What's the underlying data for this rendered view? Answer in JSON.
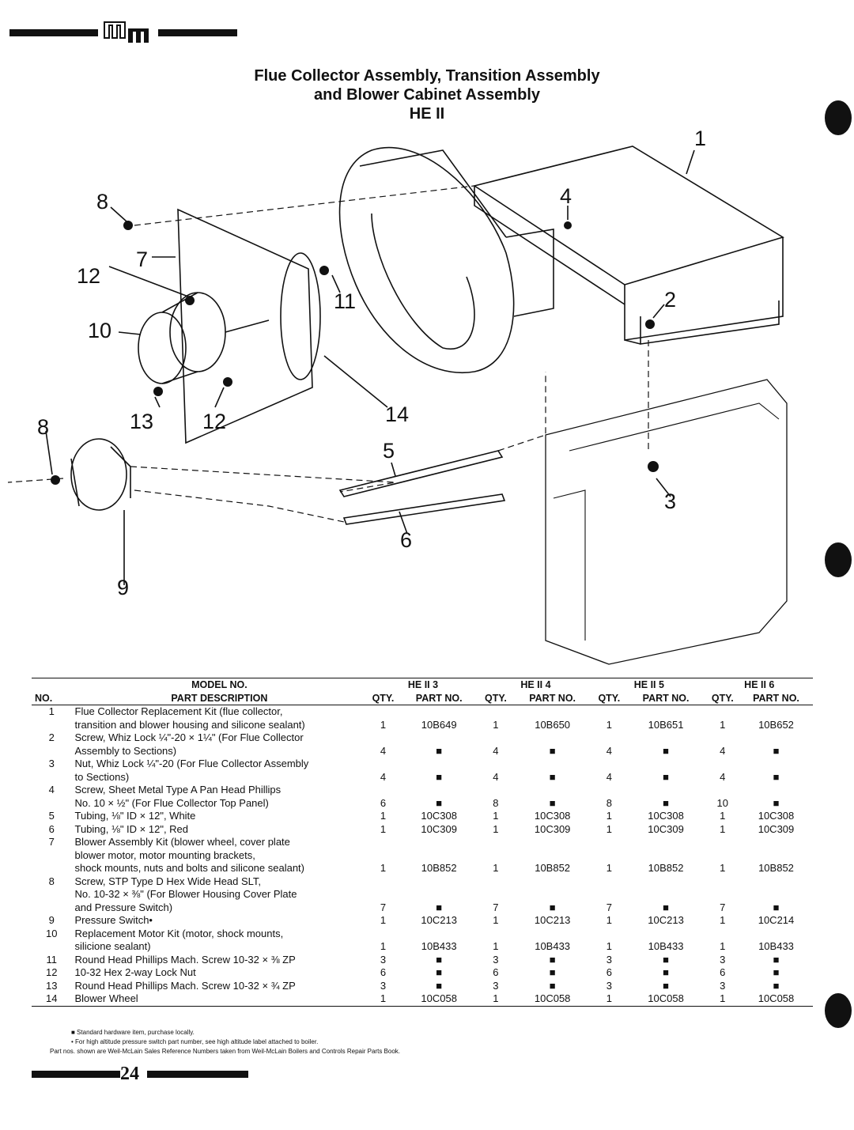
{
  "header": {
    "logo": "WM"
  },
  "title": {
    "line1": "Flue Collector Assembly, Transition Assembly",
    "line2": "and Blower Cabinet Assembly",
    "line3": "HE II"
  },
  "diagram": {
    "callouts": [
      "1",
      "2",
      "3",
      "4",
      "5",
      "6",
      "7",
      "8",
      "8",
      "9",
      "10",
      "11",
      "12",
      "12",
      "13",
      "14"
    ]
  },
  "table": {
    "model_label": "MODEL NO.",
    "models": [
      "HE II 3",
      "HE II 4",
      "HE II 5",
      "HE II 6"
    ],
    "col_no": "NO.",
    "col_desc": "PART DESCRIPTION",
    "col_qty": "QTY.",
    "col_part": "PART NO.",
    "rows": [
      {
        "no": "1",
        "lines": [
          "Flue Collector Replacement Kit (flue collector,",
          "transition and blower housing and silicone sealant)"
        ],
        "vals": [
          "1",
          "10B649",
          "1",
          "10B650",
          "1",
          "10B651",
          "1",
          "10B652"
        ]
      },
      {
        "no": "2",
        "lines": [
          "Screw, Whiz Lock ¼\"-20 × 1¼\" (For Flue Collector",
          "Assembly to Sections)"
        ],
        "vals": [
          "4",
          "■",
          "4",
          "■",
          "4",
          "■",
          "4",
          "■"
        ]
      },
      {
        "no": "3",
        "lines": [
          "Nut, Whiz Lock ¼\"-20 (For Flue Collector Assembly",
          "to Sections)"
        ],
        "vals": [
          "4",
          "■",
          "4",
          "■",
          "4",
          "■",
          "4",
          "■"
        ]
      },
      {
        "no": "4",
        "lines": [
          "Screw, Sheet Metal Type A Pan Head Phillips",
          "No. 10 × ½\" (For Flue Collector Top Panel)"
        ],
        "vals": [
          "6",
          "■",
          "8",
          "■",
          "8",
          "■",
          "10",
          "■"
        ]
      },
      {
        "no": "5",
        "lines": [
          "Tubing, ⅛\" ID × 12\", White"
        ],
        "vals": [
          "1",
          "10C308",
          "1",
          "10C308",
          "1",
          "10C308",
          "1",
          "10C308"
        ]
      },
      {
        "no": "6",
        "lines": [
          "Tubing, ⅛\" ID × 12\", Red"
        ],
        "vals": [
          "1",
          "10C309",
          "1",
          "10C309",
          "1",
          "10C309",
          "1",
          "10C309"
        ]
      },
      {
        "no": "7",
        "lines": [
          "Blower Assembly Kit (blower wheel, cover plate",
          "blower motor, motor mounting brackets,",
          "shock mounts, nuts and bolts and silicone sealant)"
        ],
        "vals": [
          "1",
          "10B852",
          "1",
          "10B852",
          "1",
          "10B852",
          "1",
          "10B852"
        ]
      },
      {
        "no": "8",
        "lines": [
          "Screw, STP Type D Hex Wide Head SLT,",
          "No. 10-32 × ⅜\" (For Blower Housing Cover Plate",
          "and Pressure Switch)"
        ],
        "vals": [
          "7",
          "■",
          "7",
          "■",
          "7",
          "■",
          "7",
          "■"
        ]
      },
      {
        "no": "9",
        "lines": [
          "Pressure Switch•"
        ],
        "vals": [
          "1",
          "10C213",
          "1",
          "10C213",
          "1",
          "10C213",
          "1",
          "10C214"
        ]
      },
      {
        "no": "10",
        "lines": [
          "Replacement Motor Kit (motor, shock mounts,",
          "silicione sealant)"
        ],
        "vals": [
          "1",
          "10B433",
          "1",
          "10B433",
          "1",
          "10B433",
          "1",
          "10B433"
        ]
      },
      {
        "no": "11",
        "lines": [
          "Round Head Phillips Mach. Screw 10-32 × ⅜ ZP"
        ],
        "vals": [
          "3",
          "■",
          "3",
          "■",
          "3",
          "■",
          "3",
          "■"
        ]
      },
      {
        "no": "12",
        "lines": [
          "10-32 Hex 2-way Lock Nut"
        ],
        "vals": [
          "6",
          "■",
          "6",
          "■",
          "6",
          "■",
          "6",
          "■"
        ]
      },
      {
        "no": "13",
        "lines": [
          "Round Head Phillips Mach. Screw 10-32 × ¾ ZP"
        ],
        "vals": [
          "3",
          "■",
          "3",
          "■",
          "3",
          "■",
          "3",
          "■"
        ]
      },
      {
        "no": "14",
        "lines": [
          "Blower Wheel"
        ],
        "vals": [
          "1",
          "10C058",
          "1",
          "10C058",
          "1",
          "10C058",
          "1",
          "10C058"
        ]
      }
    ]
  },
  "footnotes": {
    "f1": "■ Standard hardware item, purchase locally.",
    "f2": "•  For high altitude pressure switch part number, see high altitude label attached to boiler.",
    "f3": "Part nos. shown are Weil-McLain Sales Reference Numbers taken from Weil-McLain Boilers and Controls Repair Parts Book."
  },
  "page_number": "24"
}
